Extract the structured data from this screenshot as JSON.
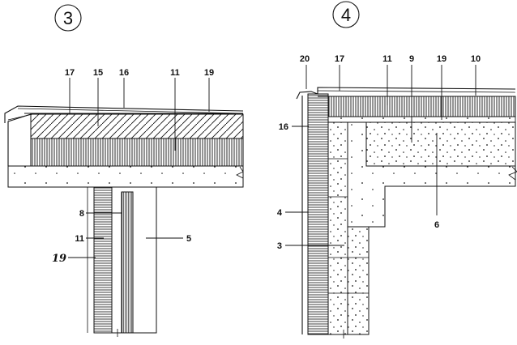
{
  "figures": [
    {
      "number": "3",
      "labels": [
        "17",
        "15",
        "16",
        "11",
        "19",
        "8",
        "11",
        "5"
      ],
      "handwritten_label": "19"
    },
    {
      "number": "4",
      "labels": [
        "20",
        "17",
        "11",
        "9",
        "19",
        "10",
        "16",
        "4",
        "6",
        "3"
      ]
    }
  ]
}
